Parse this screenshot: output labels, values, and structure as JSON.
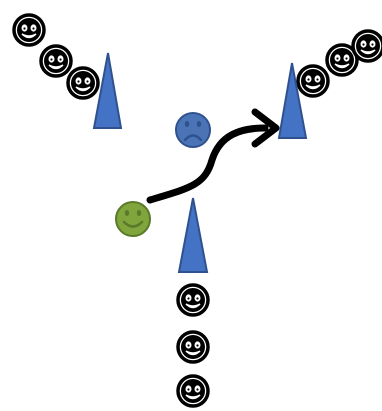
{
  "colors": {
    "background": "#ffffff",
    "cone_fill": "#4472c4",
    "cone_stroke": "#2f528f",
    "player_face": "#ffffff",
    "player_outline": "#000000",
    "defender_fill": "#4a74b5",
    "defender_stroke": "#2f528f",
    "attacker_fill": "#7fa53c",
    "attacker_stroke": "#5a7a2a",
    "arrow": "#000000"
  },
  "icons": {
    "cone": "traffic-cone-icon",
    "player": "smiley-player-icon",
    "defender": "sad-face-icon",
    "attacker": "smiley-face-icon",
    "pass_arrow": "curved-arrow-icon"
  },
  "groups": {
    "top_left_line": {
      "player_count": 3,
      "mood": "happy"
    },
    "top_right_line": {
      "player_count": 3,
      "mood": "happy"
    },
    "bottom_line": {
      "player_count": 3,
      "mood": "happy"
    }
  },
  "center": {
    "defender_mood": "sad",
    "attacker_mood": "happy"
  }
}
